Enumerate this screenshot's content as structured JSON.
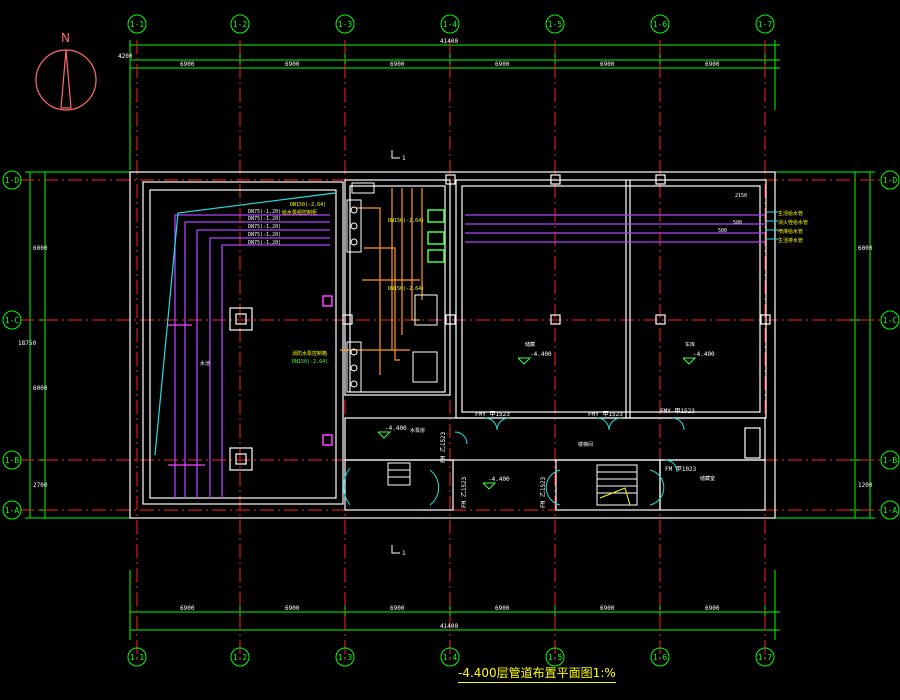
{
  "drawing": {
    "title": "-4.400层管道布置平面图1:%",
    "north_label": "N",
    "axes_x": [
      "1-1",
      "1-2",
      "1-3",
      "1-4",
      "1-5",
      "1-6",
      "1-7"
    ],
    "axes_y": [
      "1-D",
      "1-C",
      "1-B",
      "1-A"
    ],
    "dims_top": [
      "4200",
      "6900",
      "6900",
      "6900",
      "6900",
      "6900",
      "6900",
      "41400"
    ],
    "dims_bottom": [
      "6900",
      "6900",
      "6900",
      "6900",
      "6900",
      "6900",
      "41400"
    ],
    "dims_side": [
      "6000",
      "6000",
      "6000",
      "2700",
      "1200",
      "18750"
    ],
    "pipe_tags": [
      "DN150(-2.64)",
      "DN75(-1.20)",
      "DN75(-1.20)",
      "DN75(-1.20)",
      "DN75(-1.20)",
      "DN75(-1.20)"
    ],
    "equipment_labels": [
      "给水泵组控制柜",
      "DN150(-2.64)",
      "DN150(-2.64)",
      "消防水泵控制箱",
      "DN150(-2.64)"
    ],
    "right_legend": [
      "生活给水管",
      "消火栓给水管",
      "喷淋给水管",
      "生活排水管"
    ],
    "room_labels": [
      "水池",
      "水泵房",
      "储藏",
      "车库",
      "储藏室",
      "楼梯间"
    ],
    "levels": [
      "-4.400",
      "-4.400",
      "-4.400",
      "-4.400"
    ],
    "door_labels": [
      "FMY 甲1523",
      "FMY 甲1523",
      "FMY 甲1523",
      "FM 甲1023",
      "FM 乙1523",
      "FM 乙1523",
      "FM 乙1523"
    ],
    "section_marks": [
      "1",
      "1"
    ],
    "dim_small": [
      "500",
      "2150",
      "500"
    ]
  },
  "colors": {
    "background": "#000000",
    "wall": "#ffffff",
    "axis": "#00ff00",
    "centerline": "#ff2020",
    "dimension": "#00ff00",
    "pipe_purple": "#b040ff",
    "pipe_cyan": "#20e0e0",
    "pipe_orange": "#ff9a20",
    "pipe_magenta": "#ff40ff",
    "label_yellow": "#ffff00",
    "label_green": "#40ff40",
    "north": "#ff6b6b"
  }
}
